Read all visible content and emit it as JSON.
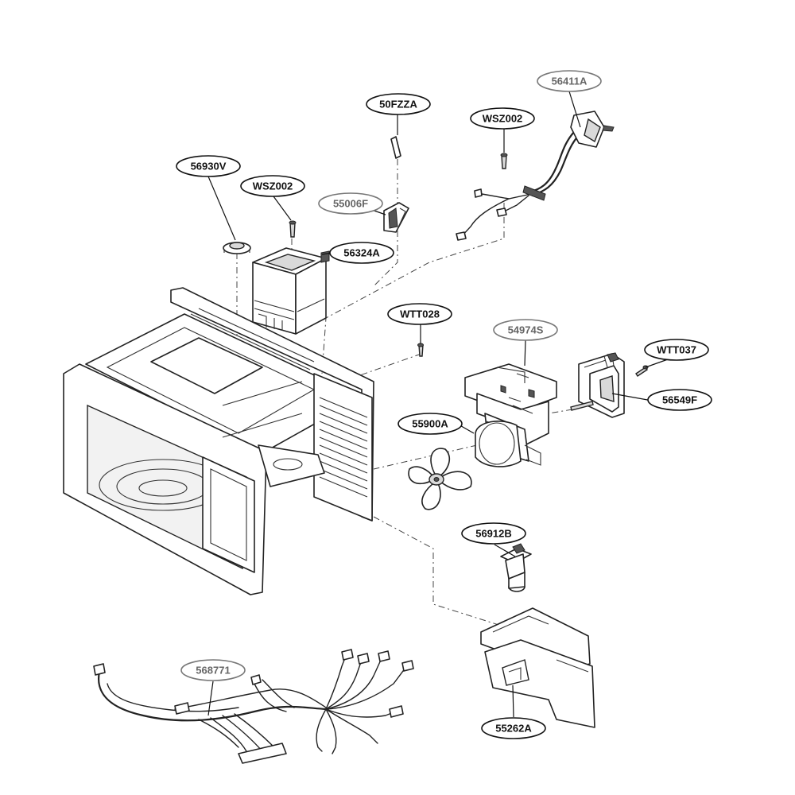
{
  "callouts": [
    {
      "id": "56411A",
      "label": "56411A",
      "tone": "gray"
    },
    {
      "id": "50FZZA",
      "label": "50FZZA",
      "tone": "dark"
    },
    {
      "id": "WSZ002-top",
      "label": "WSZ002",
      "tone": "dark"
    },
    {
      "id": "56930V",
      "label": "56930V",
      "tone": "dark"
    },
    {
      "id": "WSZ002-left",
      "label": "WSZ002",
      "tone": "dark"
    },
    {
      "id": "55006F",
      "label": "55006F",
      "tone": "gray"
    },
    {
      "id": "56324A",
      "label": "56324A",
      "tone": "dark"
    },
    {
      "id": "WTT028",
      "label": "WTT028",
      "tone": "dark"
    },
    {
      "id": "54974S",
      "label": "54974S",
      "tone": "gray"
    },
    {
      "id": "WTT037",
      "label": "WTT037",
      "tone": "dark"
    },
    {
      "id": "56549F",
      "label": "56549F",
      "tone": "dark"
    },
    {
      "id": "55900A",
      "label": "55900A",
      "tone": "dark"
    },
    {
      "id": "56912B",
      "label": "56912B",
      "tone": "dark"
    },
    {
      "id": "568771",
      "label": "568771",
      "tone": "gray"
    },
    {
      "id": "55262A",
      "label": "55262A",
      "tone": "dark"
    }
  ]
}
